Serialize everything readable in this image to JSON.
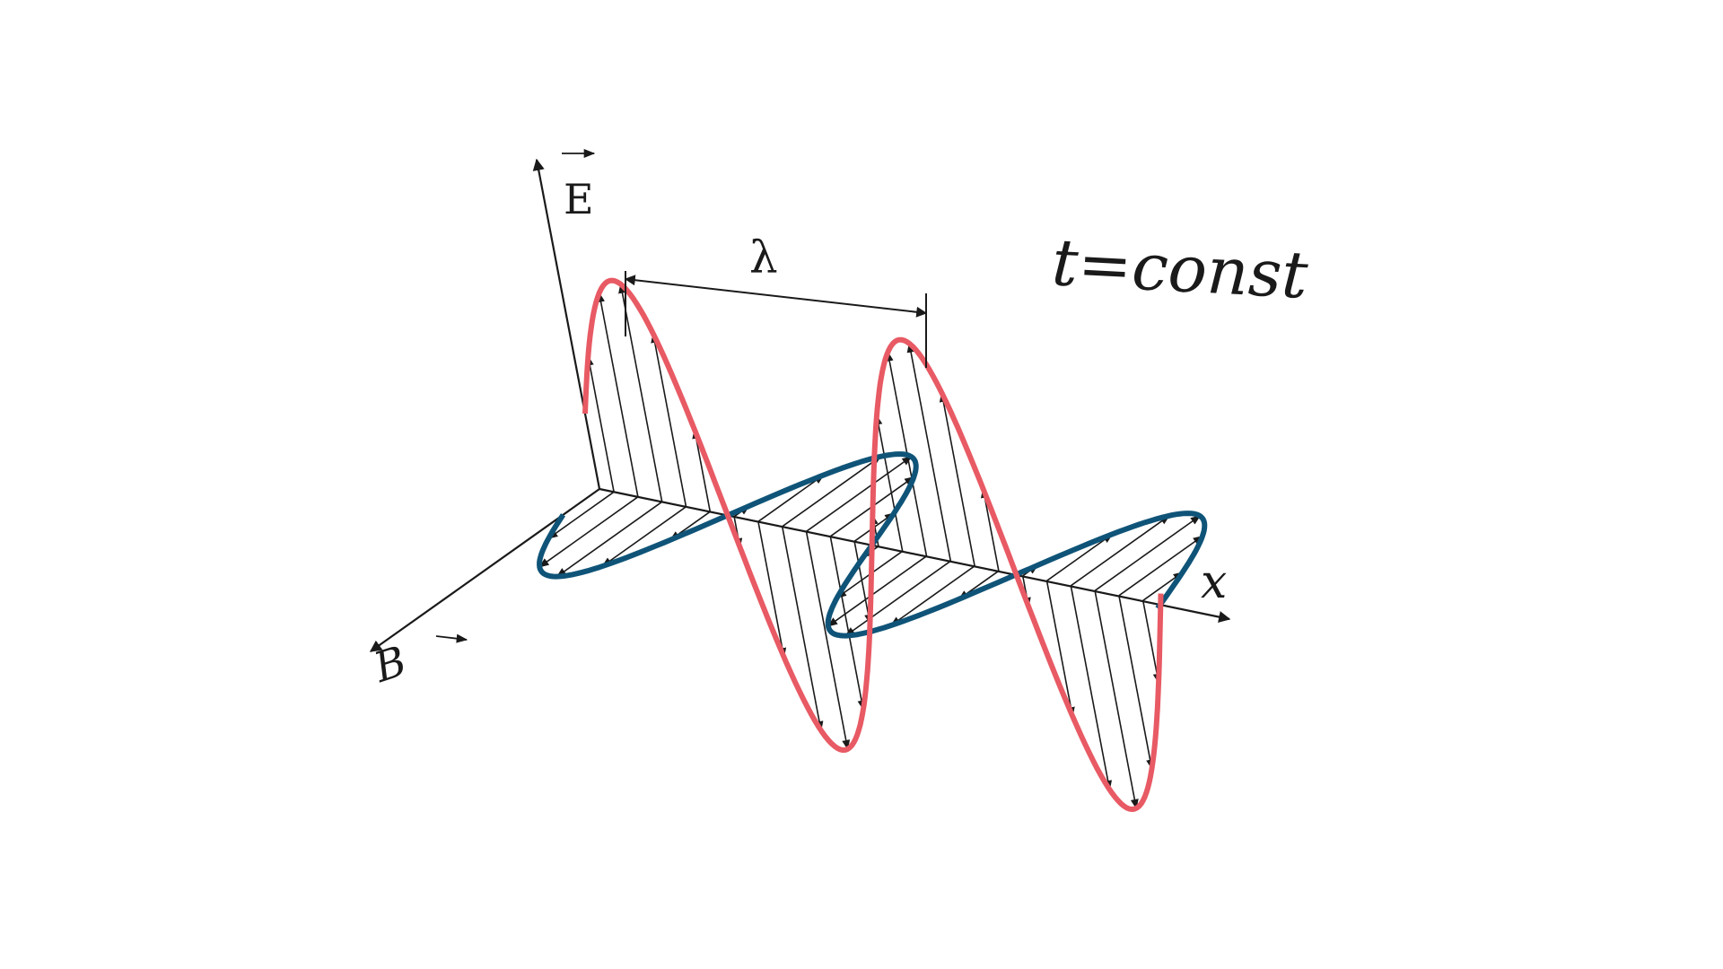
{
  "labels": {
    "e_field": "E",
    "b_field": "B",
    "x_axis": "x",
    "wavelength": "λ",
    "time_note": "t=const"
  },
  "colors": {
    "e_wave": "#e85a64",
    "b_wave": "#0f5478",
    "axes": "#1a1a1a",
    "background": "#ffffff"
  }
}
